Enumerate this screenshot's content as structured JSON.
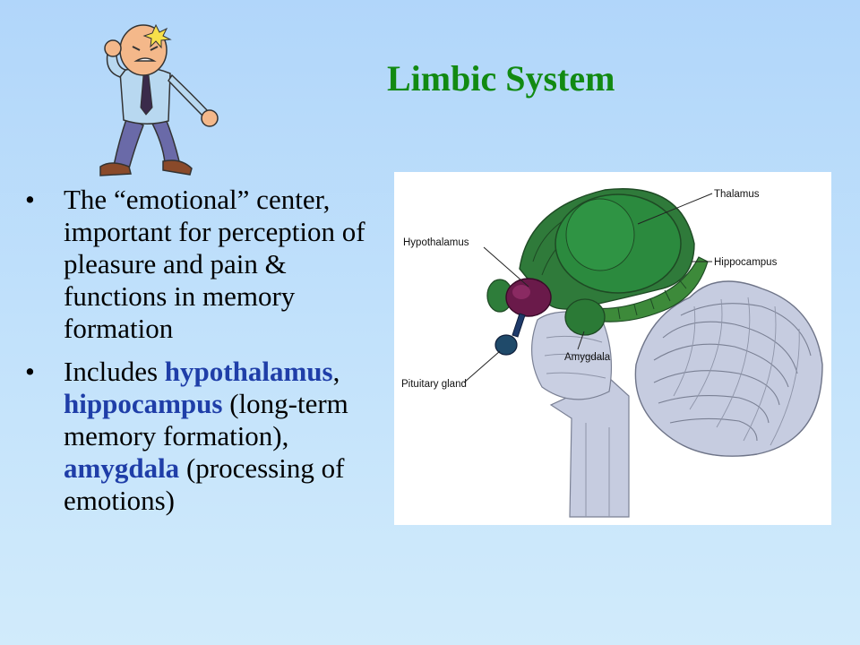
{
  "slide": {
    "title": "Limbic System",
    "bullets": [
      {
        "text": "The “emotional” center, important for perception of pleasure and pain & functions in memory formation"
      },
      {
        "prefix": "Includes ",
        "term1": "hypothalamus",
        "mid1": ", ",
        "term2": "hippocampus",
        "mid2": " (long-term memory formation), ",
        "term3": "amygdala",
        "suffix": " (processing of emotions)"
      }
    ],
    "bullet_char": "•"
  },
  "diagram": {
    "labels": {
      "thalamus": "Thalamus",
      "hypothalamus": "Hypothalamus",
      "hippocampus": "Hippocampus",
      "amygdala": "Amygdala",
      "pituitary": "Pituitary gland"
    }
  },
  "colors": {
    "title": "#128a12",
    "highlight_terms": "#1f3ea8",
    "limbic_green": "#2e7d3a",
    "hypothalamus_purple": "#6a1a4a",
    "brainstem": "#c6cce0"
  }
}
